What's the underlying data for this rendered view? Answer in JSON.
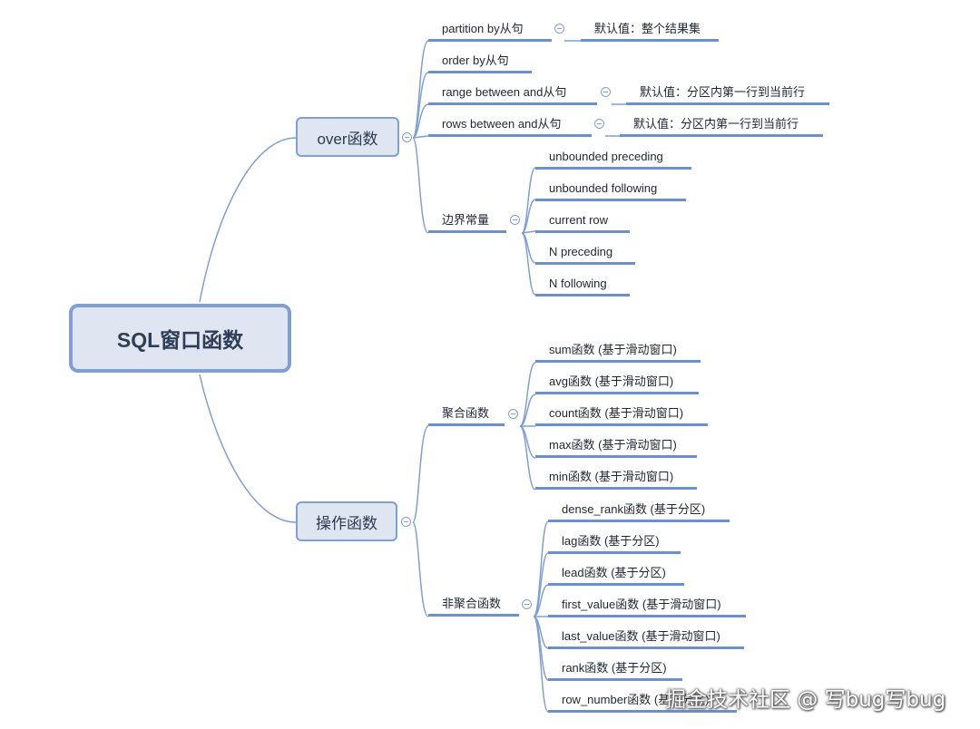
{
  "root": "SQL窗口函数",
  "branches": {
    "over": {
      "label": "over函数",
      "partition": "partition by从句",
      "partition_default": "默认值：整个结果集",
      "order": "order by从句",
      "range": "range between and从句",
      "range_default": "默认值：分区内第一行到当前行",
      "rows": "rows between and从句",
      "rows_default": "默认值：分区内第一行到当前行",
      "boundary": "边界常量",
      "boundary_items": [
        "unbounded preceding",
        "unbounded following",
        "current row",
        "N preceding",
        "N following"
      ]
    },
    "ops": {
      "label": "操作函数",
      "agg": "聚合函数",
      "agg_items": [
        "sum函数 (基于滑动窗口)",
        "avg函数 (基于滑动窗口)",
        "count函数 (基于滑动窗口)",
        "max函数 (基于滑动窗口)",
        "min函数 (基于滑动窗口)"
      ],
      "nonagg": "非聚合函数",
      "nonagg_items": [
        "dense_rank函数 (基于分区)",
        "lag函数 (基于分区)",
        "lead函数 (基于分区)",
        "first_value函数 (基于滑动窗口)",
        "last_value函数 (基于滑动窗口)",
        "rank函数 (基于分区)",
        "row_number函数 (基于分区)"
      ]
    }
  },
  "watermark": "掘金技术社区 @ 写bug写bug",
  "colors": {
    "line": "#7f9fd6",
    "underline": "#6b8fd0",
    "node_fill": "#dfe6f2"
  }
}
